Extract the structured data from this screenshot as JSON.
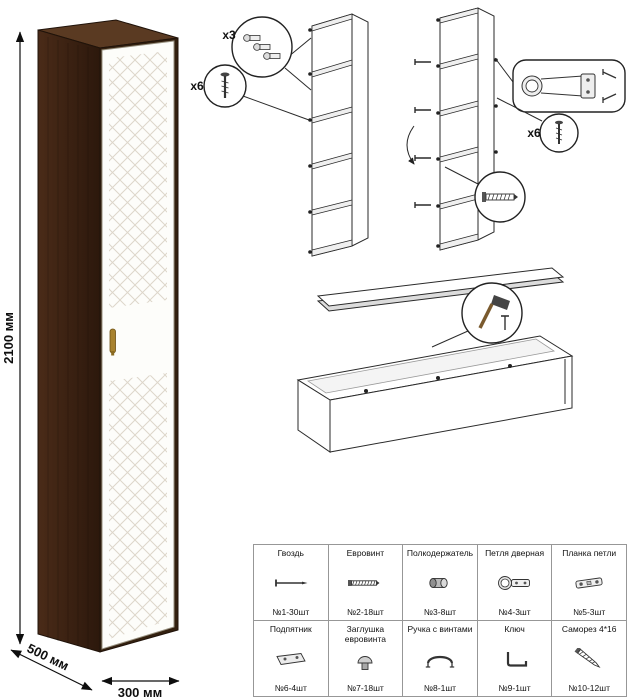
{
  "wardrobe": {
    "dimensions": {
      "height": "2100 мм",
      "depth": "500 мм",
      "width": "300 мм"
    },
    "colors": {
      "body": "#3a2314",
      "door": "#fdfdfa",
      "pattern_line": "#ddd6ca",
      "handle": "#a8822e"
    }
  },
  "assembly": {
    "callouts": {
      "hinge_count": "x3",
      "top_screw_count": "x6",
      "right_screw_count": "x6"
    }
  },
  "parts": {
    "items": [
      {
        "name": "Гвоздь",
        "icon": "nail-icon",
        "count": "№1-30шт"
      },
      {
        "name": "Евровинт",
        "icon": "euroscrew-icon",
        "count": "№2-18шт"
      },
      {
        "name": "Полкодержатель",
        "icon": "shelf-support-icon",
        "count": "№3-8шт"
      },
      {
        "name": "Петля дверная",
        "icon": "door-hinge-icon",
        "count": "№4-3шт"
      },
      {
        "name": "Планка петли",
        "icon": "hinge-plate-icon",
        "count": "№5-3шт"
      },
      {
        "name": "Подпятник",
        "icon": "foot-pad-icon",
        "count": "№6-4шт"
      },
      {
        "name": "Заглушка евровинта",
        "icon": "screw-cap-icon",
        "count": "№7-18шт"
      },
      {
        "name": "Ручка с винтами",
        "icon": "handle-icon",
        "count": "№8-1шт"
      },
      {
        "name": "Ключ",
        "icon": "key-icon",
        "count": "№9-1шт"
      },
      {
        "name": "Саморез 4*16",
        "icon": "screw-icon",
        "count": "№10-12шт"
      }
    ]
  }
}
